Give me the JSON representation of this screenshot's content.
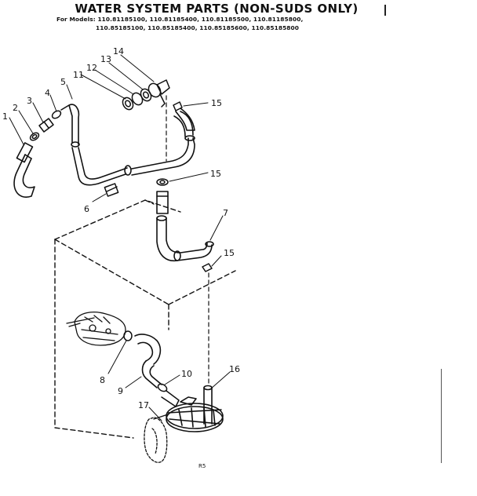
{
  "title": "WATER SYSTEM PARTS (NON-SUDS ONLY)",
  "models": {
    "line1": "For Models: 110.81185100, 110.81185400, 110.81185500, 110.81185800,",
    "line2": "110.85185100, 110.85185400, 110.85185600, 110.85185800"
  },
  "callouts": {
    "c1": "1",
    "c2": "2",
    "c3": "3",
    "c4": "4",
    "c5": "5",
    "c6": "6",
    "c7": "7",
    "c8": "8",
    "c9": "9",
    "c10": "10",
    "c11": "11",
    "c12": "12",
    "c13": "13",
    "c14": "14",
    "c15a": "15",
    "c15b": "15",
    "c15c": "15",
    "c16": "16",
    "c17": "17"
  },
  "page_code": "R5",
  "colors": {
    "ink": "#111111",
    "paper": "#ffffff"
  }
}
